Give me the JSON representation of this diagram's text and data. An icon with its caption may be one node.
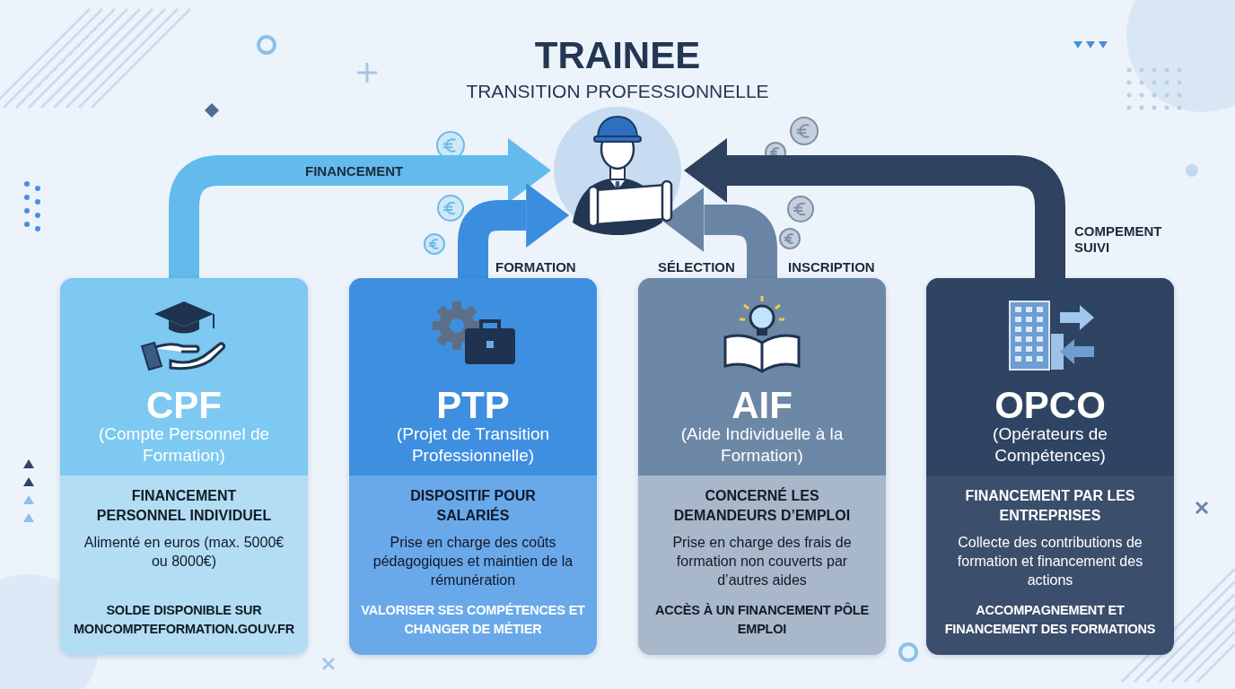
{
  "diagram": {
    "title": "TRAINEE",
    "nodes": [
      {
        "text": [],
        "shape": "picture"
      },
      {
        "text": [
          "CPF",
          "(Compte Personnel de Formation)",
          "FINANCEMENT PERSONNEL INDIVIDUEL",
          "Alimenté en euros (max. 5000€ ou 8000€)",
          "SOLDE DISPONIBLE SUR MONCOMPTEFORMATION.GOUV.FR"
        ]
      },
      {
        "text": [
          "PTP",
          "(Projet de Transition Professionnelle)",
          "DISPOSITIF POUR SALARIÉS",
          "Prise en charge des coûts pédagogiques et maintien de la rémunération",
          "VALORISER SES COMPÉTENCES ET CHANGER DE MÉTIER"
        ]
      },
      {
        "text": [
          "AIF",
          "(Aide Individuelle à la Formation)",
          "CONCERNÉ LES DEMANDEURS D’EMPLOI",
          "Prise en charge des frais de formation non couverts par d’autres aides",
          "ACCÈS À UN FINANCEMENT PÔLE EMPLOI"
        ]
      },
      {
        "text": [
          "OPCO",
          "(Opérateurs de Compétences)",
          "FINANCEMENT PAR LES ENTREPRISES",
          "Collecte des contributions de formation et financement des actions",
          "ACCOMPAGNEMENT ET FINANCEMENT DES FORMATIONS"
        ]
      }
    ],
    "edges": [
      {
        "from": 1,
        "to": 0,
        "arrow": "to",
        "label": "FINANCEMENT",
        "color": "#62bbec"
      },
      {
        "from": 2,
        "to": 0,
        "arrow": "to",
        "label": "FORMATION",
        "color": "#3b8de0"
      },
      {
        "from": 3,
        "to": 0,
        "arrow": "to",
        "label": "SÉLECTION",
        "color": "#6a84a5"
      },
      {
        "from": 4,
        "to": 0,
        "arrow": "to",
        "label": "COMPEMENT SUIVI",
        "color": "#2e4260"
      }
    ],
    "labels": [
      "TRANSITION PROFESSIONNELLE",
      "INSCRIPTION"
    ]
  }
}
